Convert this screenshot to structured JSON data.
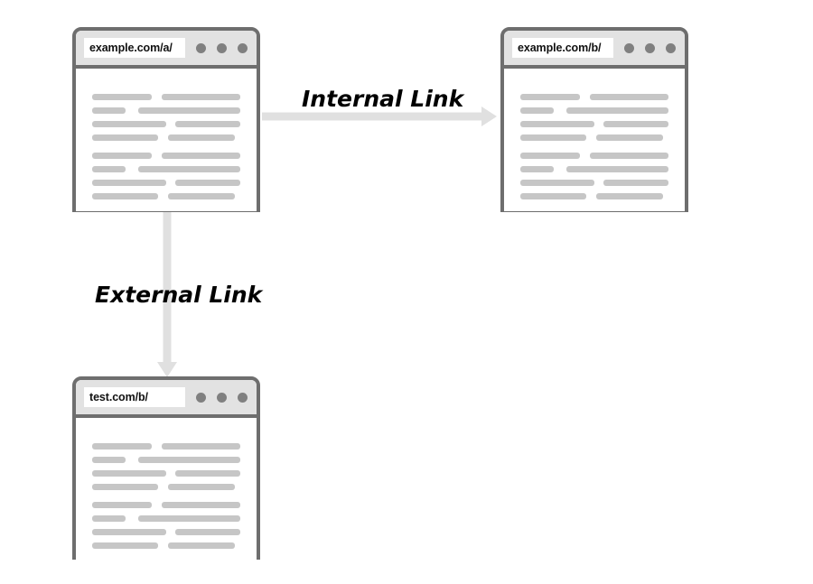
{
  "diagram": {
    "title": "Internal vs External Link Diagram",
    "background_color": "#ffffff",
    "window_border_color": "#6e6e6e",
    "titlebar_color": "#e2e2e2",
    "arrow_color": "#e0e0e0",
    "content_line_color": "#c6c6c6",
    "dot_color": "#808080",
    "label_color": "#000000"
  },
  "nodes": [
    {
      "id": "source",
      "url": "example.com/a/",
      "dots": [
        "window-dot",
        "window-dot",
        "window-dot"
      ]
    },
    {
      "id": "internal-target",
      "url": "example.com/b/",
      "dots": [
        "window-dot",
        "window-dot",
        "window-dot"
      ]
    },
    {
      "id": "external-target",
      "url": "test.com/b/",
      "dots": [
        "window-dot",
        "window-dot",
        "window-dot"
      ]
    }
  ],
  "edges": [
    {
      "id": "internal",
      "label": "Internal Link",
      "direction": "right"
    },
    {
      "id": "external",
      "label": "External Link",
      "direction": "down"
    }
  ],
  "placeholder_content": {
    "paragraphs": [
      {
        "rows": [
          [
            {
              "w": 73
            },
            {
              "gap": 11
            },
            {
              "w": 96
            }
          ],
          [
            {
              "w": 39
            },
            {
              "gap": 14
            },
            {
              "w": 118
            }
          ],
          [
            {
              "w": 92
            },
            {
              "gap": 10
            },
            {
              "w": 80
            }
          ],
          [
            {
              "w": 73
            },
            {
              "gap": 11
            },
            {
              "w": 74
            }
          ]
        ]
      },
      {
        "rows": [
          [
            {
              "w": 73
            },
            {
              "gap": 11
            },
            {
              "w": 96
            }
          ],
          [
            {
              "w": 39
            },
            {
              "gap": 14
            },
            {
              "w": 118
            }
          ],
          [
            {
              "w": 92
            },
            {
              "gap": 10
            },
            {
              "w": 80
            }
          ],
          [
            {
              "w": 73
            },
            {
              "gap": 11
            },
            {
              "w": 74
            }
          ]
        ]
      }
    ]
  }
}
